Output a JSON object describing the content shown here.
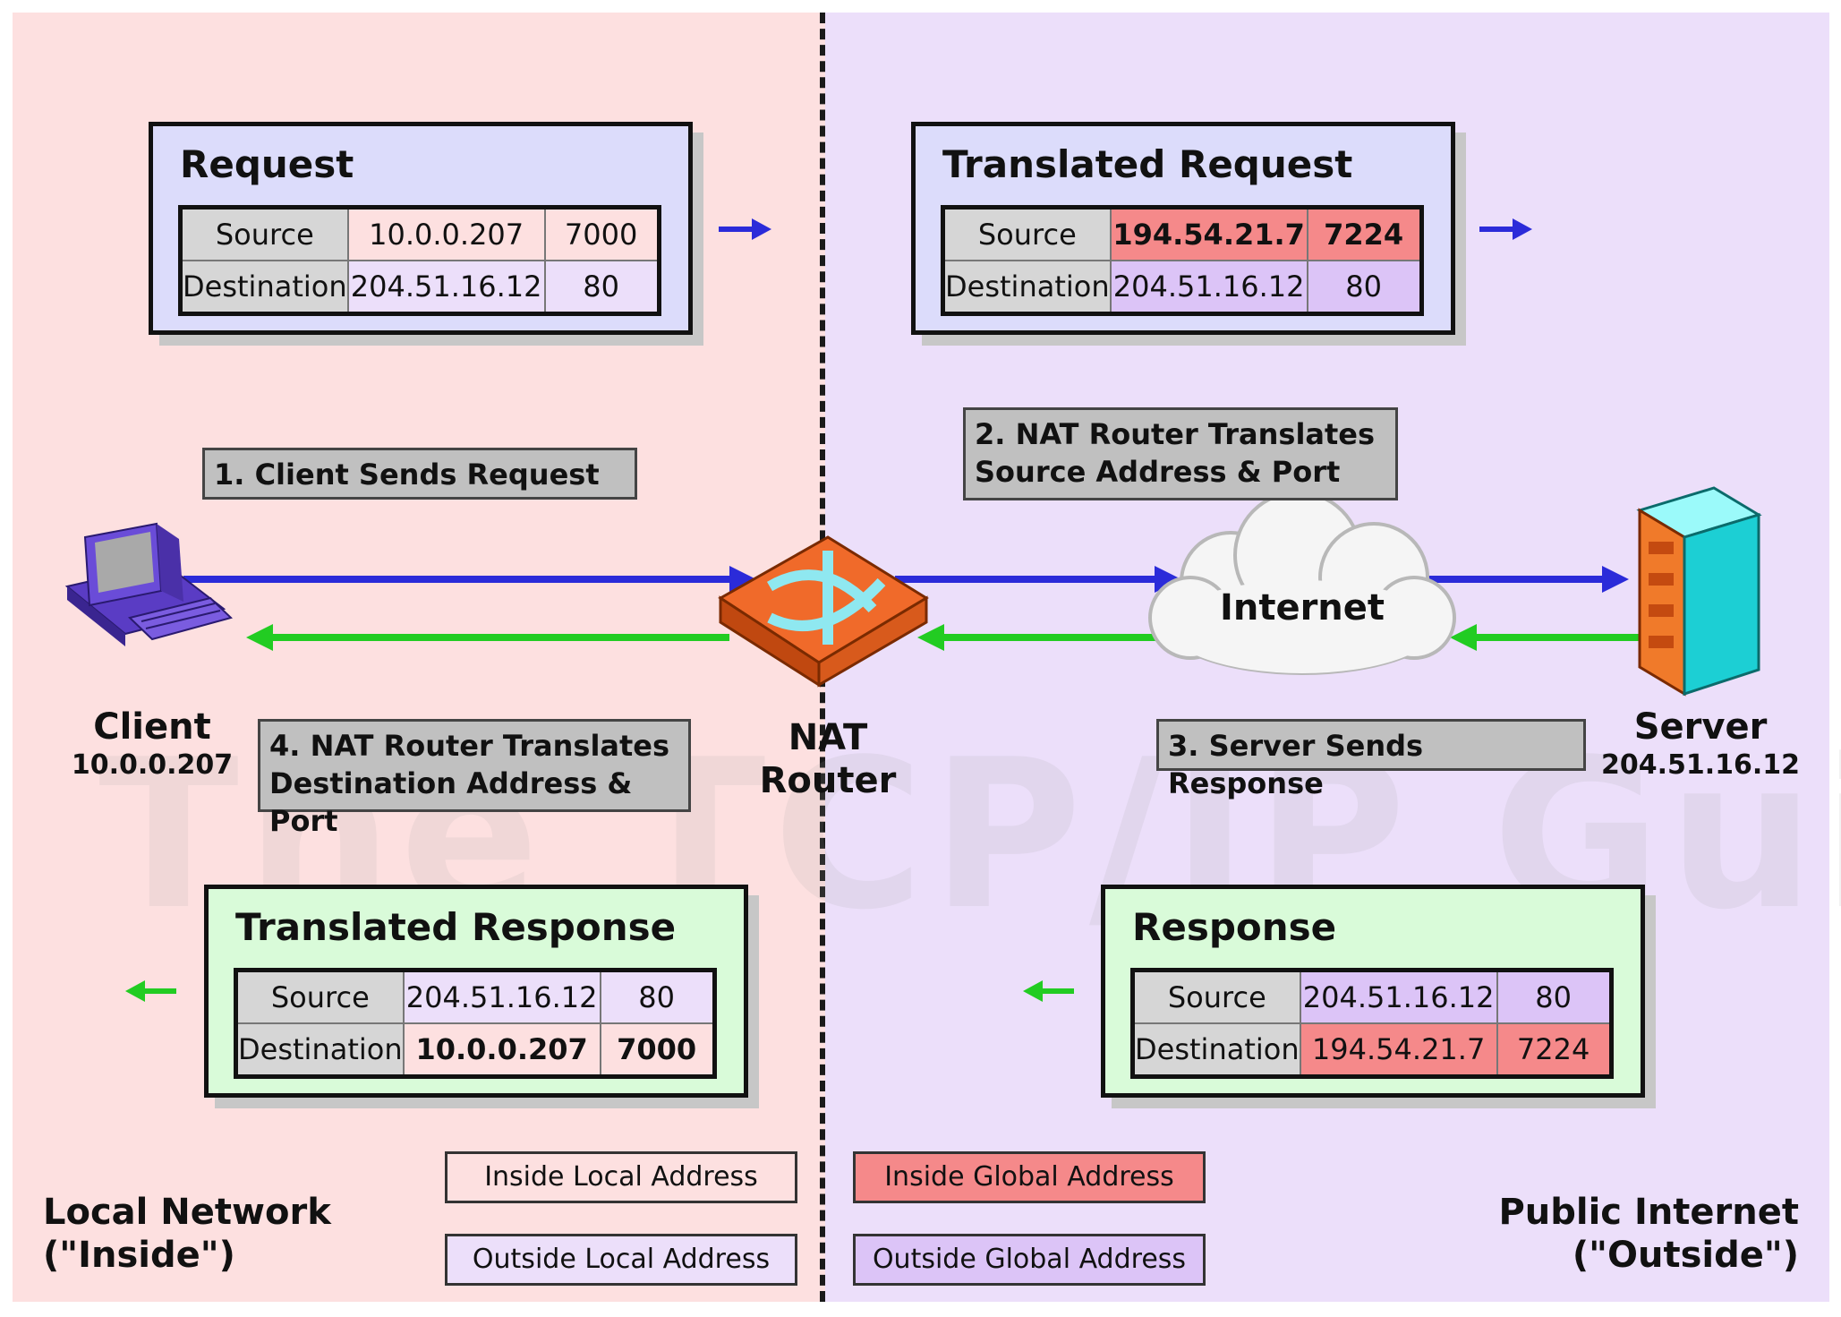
{
  "panels": {
    "request": {
      "title": "Request",
      "rows": [
        {
          "label": "Source",
          "address": "10.0.0.207",
          "port": "7000"
        },
        {
          "label": "Destination",
          "address": "204.51.16.12",
          "port": "80"
        }
      ]
    },
    "translated_request": {
      "title": "Translated Request",
      "rows": [
        {
          "label": "Source",
          "address": "194.54.21.7",
          "port": "7224"
        },
        {
          "label": "Destination",
          "address": "204.51.16.12",
          "port": "80"
        }
      ]
    },
    "translated_response": {
      "title": "Translated Response",
      "rows": [
        {
          "label": "Source",
          "address": "204.51.16.12",
          "port": "80"
        },
        {
          "label": "Destination",
          "address": "10.0.0.207",
          "port": "7000"
        }
      ]
    },
    "response": {
      "title": "Response",
      "rows": [
        {
          "label": "Source",
          "address": "204.51.16.12",
          "port": "80"
        },
        {
          "label": "Destination",
          "address": "194.54.21.7",
          "port": "7224"
        }
      ]
    }
  },
  "steps": {
    "step1": "1. Client Sends Request",
    "step2_line1": "2. NAT Router Translates",
    "step2_line2": "Source Address & Port",
    "step3": "3. Server Sends Response",
    "step4_line1": "4. NAT Router Translates",
    "step4_line2": "Destination Address & Port"
  },
  "nodes": {
    "client": {
      "name": "Client",
      "address": "10.0.0.207",
      "icon": "computer-icon"
    },
    "router": {
      "line1": "NAT",
      "line2": "Router",
      "icon": "router-icon"
    },
    "internet": {
      "name": "Internet",
      "icon": "cloud-icon"
    },
    "server": {
      "name": "Server",
      "address": "204.51.16.12",
      "icon": "server-icon"
    }
  },
  "legend": {
    "inside_local": "Inside Local Address",
    "inside_global": "Inside Global Address",
    "outside_local": "Outside Local Address",
    "outside_global": "Outside Global Address"
  },
  "regions": {
    "inside_line1": "Local Network",
    "inside_line2": "(\"Inside\")",
    "outside_line1": "Public Internet",
    "outside_line2": "(\"Outside\")"
  },
  "watermark": "The TCP/IP Guide",
  "colors": {
    "inside_local": "#fde0e0",
    "outside_local": "#ecdffa",
    "inside_global": "#f5898a",
    "outside_global": "#dcc4f7",
    "request_arrow": "#2b2bd9",
    "response_arrow": "#22cc22"
  }
}
